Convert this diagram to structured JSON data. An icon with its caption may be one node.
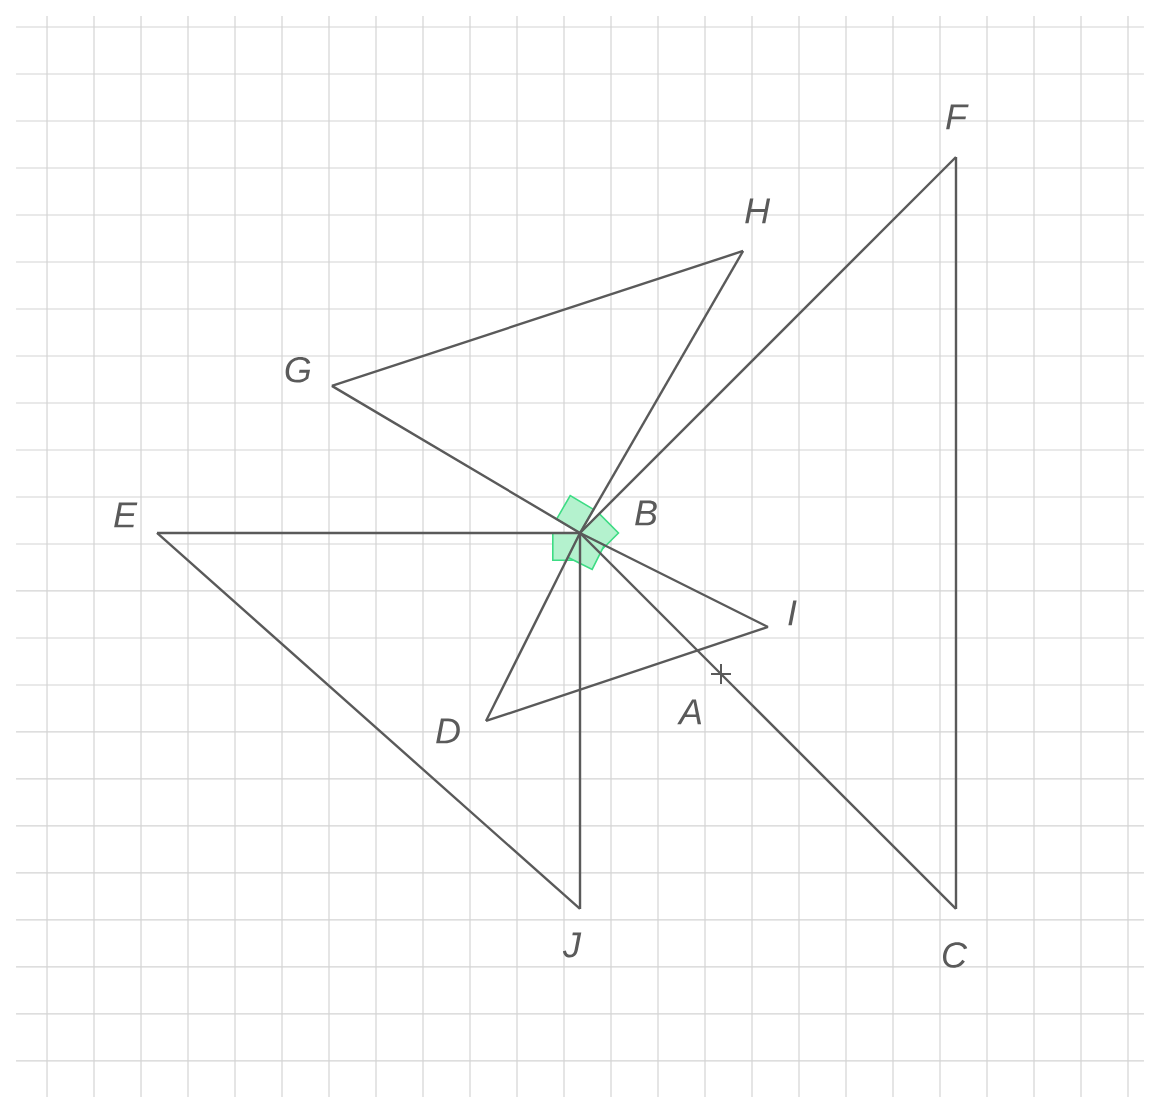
{
  "diagram": {
    "nodes": [
      {
        "text": [
          "F"
        ]
      },
      {
        "text": [
          "H"
        ]
      },
      {
        "text": [
          "G"
        ]
      },
      {
        "text": [
          "E"
        ]
      },
      {
        "text": [
          "B"
        ]
      },
      {
        "text": [
          "I"
        ]
      },
      {
        "text": [
          "A"
        ]
      },
      {
        "text": [
          "D"
        ]
      },
      {
        "text": [
          "J"
        ]
      },
      {
        "text": [
          "C"
        ]
      }
    ],
    "edges": [
      {
        "from": 0,
        "to": 9,
        "arrow": "none"
      },
      {
        "from": 0,
        "to": 4,
        "arrow": "none"
      },
      {
        "from": 4,
        "to": 6,
        "arrow": "none"
      },
      {
        "from": 6,
        "to": 9,
        "arrow": "none"
      },
      {
        "from": 3,
        "to": 4,
        "arrow": "none"
      },
      {
        "from": 3,
        "to": 8,
        "arrow": "none"
      },
      {
        "from": 4,
        "to": 8,
        "arrow": "none"
      },
      {
        "from": 2,
        "to": 1,
        "arrow": "none"
      },
      {
        "from": 2,
        "to": 4,
        "arrow": "none"
      },
      {
        "from": 1,
        "to": 4,
        "arrow": "none"
      },
      {
        "from": 4,
        "to": 7,
        "arrow": "none"
      },
      {
        "from": 7,
        "to": 5,
        "arrow": "none"
      },
      {
        "from": 5,
        "to": 4,
        "arrow": "none"
      }
    ]
  }
}
